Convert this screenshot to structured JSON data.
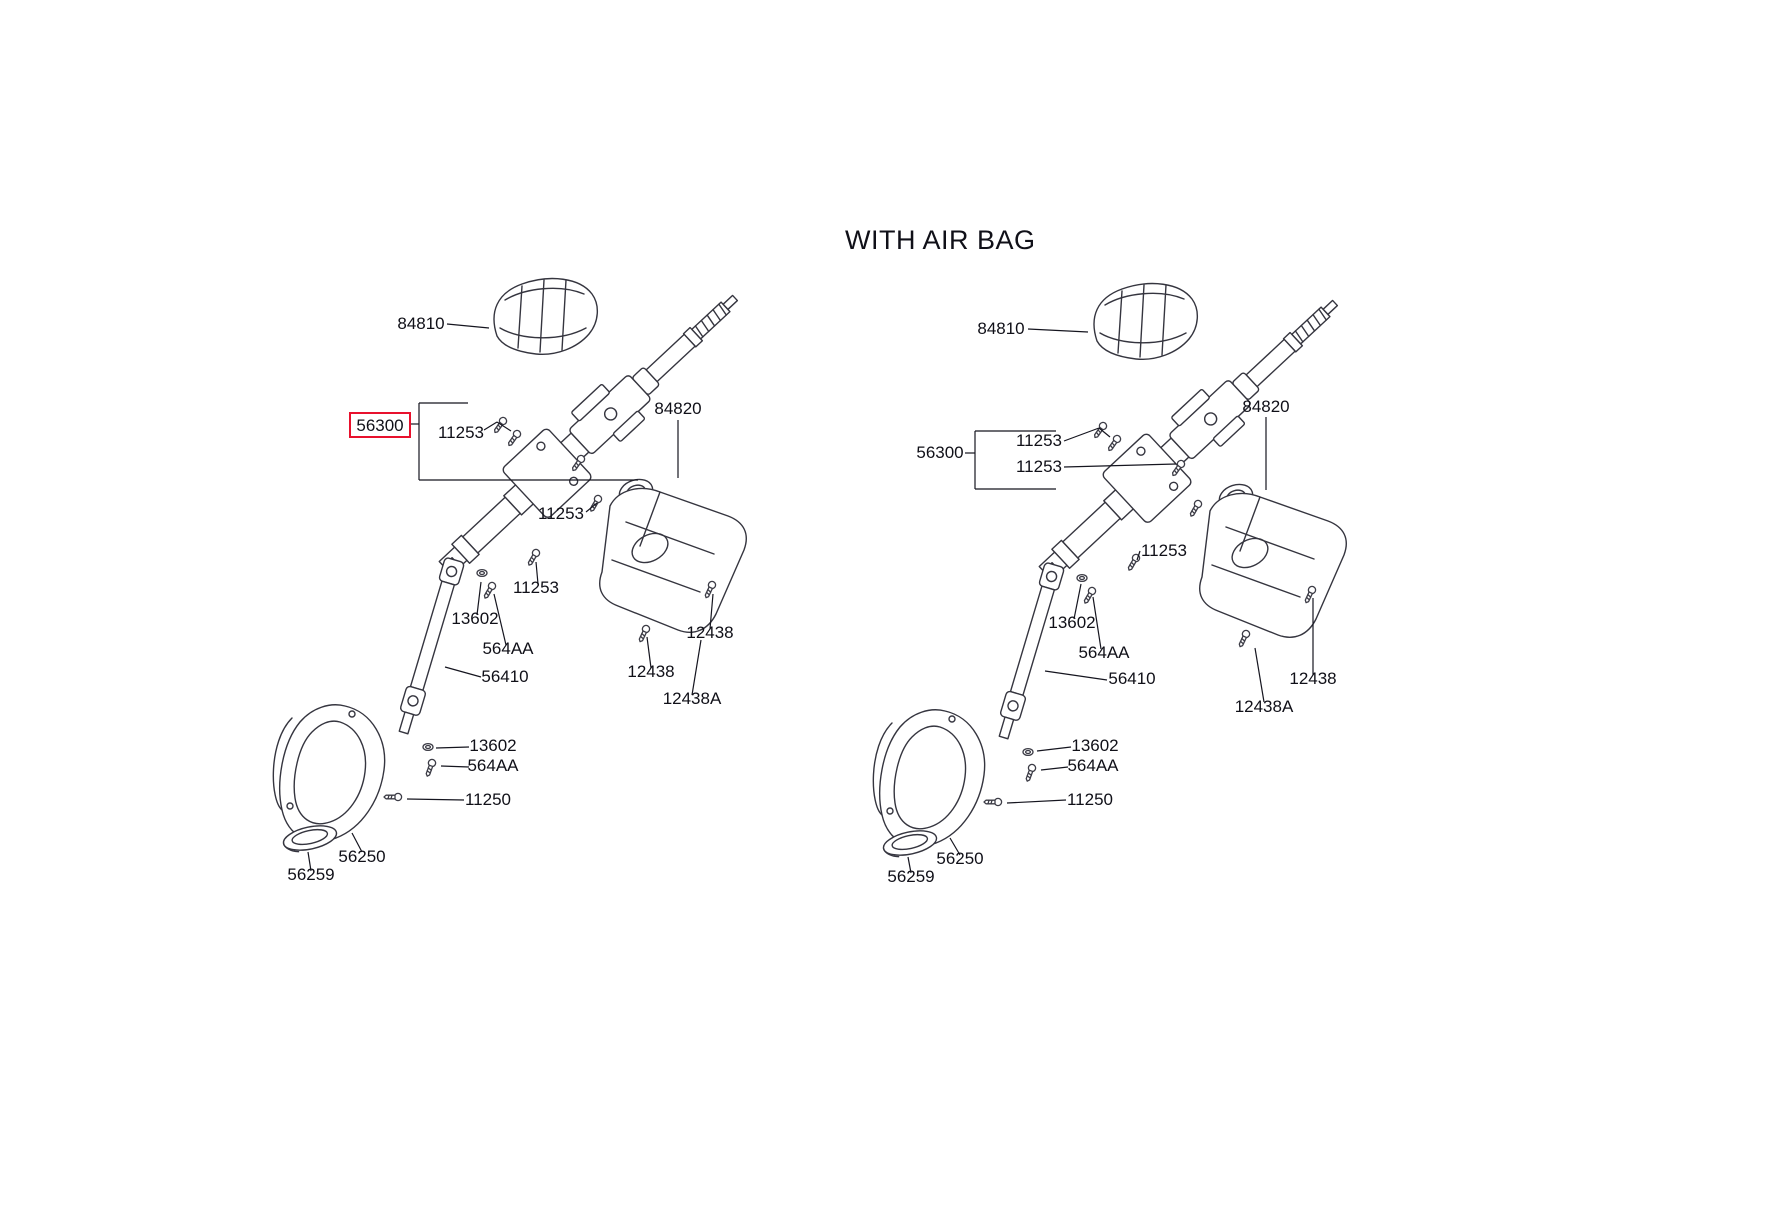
{
  "title": "WITH AIR BAG",
  "highlight": {
    "part": "56300",
    "color": "#e8112d"
  },
  "parts": {
    "p84810": "84810",
    "p84820": "84820",
    "p56300": "56300",
    "p11253": "11253",
    "p13602": "13602",
    "p564AA": "564AA",
    "p56410": "56410",
    "p12438": "12438",
    "p12438A": "12438A",
    "p11250": "11250",
    "p56250": "56250",
    "p56259": "56259"
  }
}
